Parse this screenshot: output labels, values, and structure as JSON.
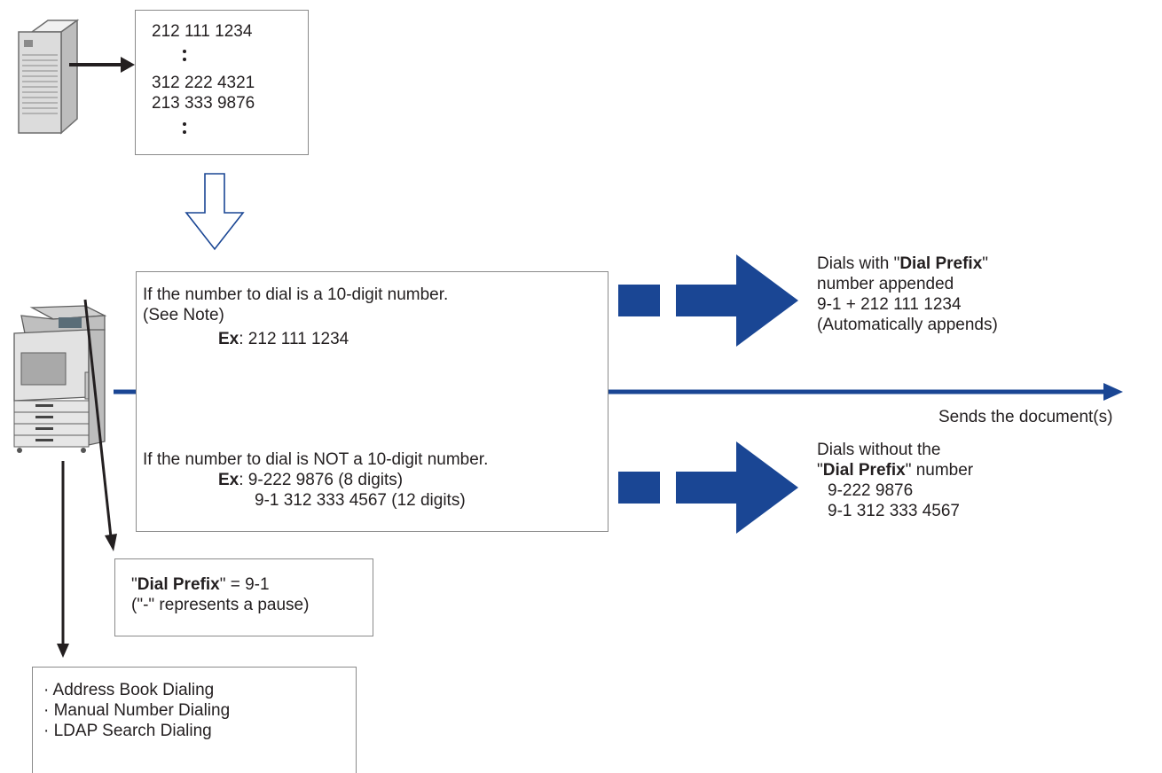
{
  "directory": {
    "numbers": [
      "212 111 1234",
      "312 222 4321",
      "213 333 9876"
    ]
  },
  "condition_ten_digit": {
    "line1": "If the number to dial is a 10-digit number.",
    "line2": "(See Note)",
    "ex_label": "Ex",
    "ex_value": ": 212 111 1234"
  },
  "condition_not_ten_digit": {
    "line1": "If the number to dial is NOT a 10-digit number.",
    "ex_label": "Ex",
    "ex_value1": ": 9-222 9876 (8 digits)",
    "ex_value2": "9-1 312 333 4567 (12 digits)"
  },
  "result_with_prefix": {
    "line1_pre": "Dials with \"",
    "line1_bold": "Dial Prefix",
    "line1_post": "\"",
    "line2": "number appended",
    "line3": "9-1 + 212 111 1234",
    "line4": "(Automatically appends)"
  },
  "result_without_prefix": {
    "line1": "Dials without the",
    "line2_pre": "\"",
    "line2_bold": "Dial Prefix",
    "line2_post": "\" number",
    "line3": "9-222 9876",
    "line4": "9-1 312 333 4567"
  },
  "send_label": "Sends the document(s)",
  "prefix_setting": {
    "line1_pre": "\"",
    "line1_bold": "Dial Prefix",
    "line1_post": "\" = 9-1",
    "line2": "(\"-\" represents a pause)"
  },
  "dialing_methods": [
    "· Address Book Dialing",
    "· Manual Number Dialing",
    "· LDAP Search Dialing"
  ],
  "colors": {
    "arrow_blue": "#1a4694",
    "text": "#231f20",
    "box_border": "#8a8a8a"
  }
}
